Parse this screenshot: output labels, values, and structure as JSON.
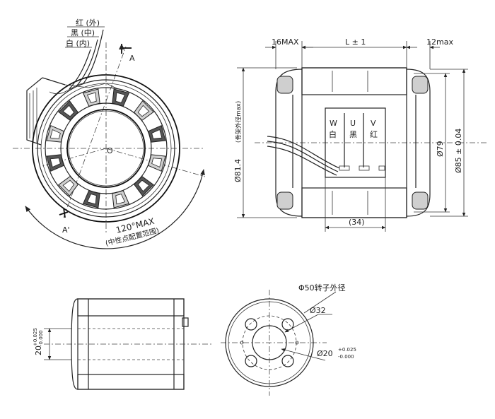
{
  "wire_labels": {
    "red_outer": "红 (外)",
    "black_middle": "黑 (中)",
    "white_inner": "白 (内)"
  },
  "section_marks": {
    "a": "A",
    "a_prime": "A'",
    "center": "O"
  },
  "neutral_arc": {
    "angle": "120°MAX",
    "note": "(中性点配置范围)"
  },
  "side_view": {
    "left_overhang": "16MAX",
    "length": "L ± 1",
    "right_overhang": "12max",
    "frame_dia": "Ø81.4",
    "frame_note": "(骨架外径max)",
    "inner_dia": "Ø79",
    "outer_dia": "Ø85 ± 0.04",
    "terminal_width": "(34)",
    "terminals": [
      {
        "phase": "W",
        "color": "白"
      },
      {
        "phase": "U",
        "color": "黑"
      },
      {
        "phase": "V",
        "color": "红"
      }
    ]
  },
  "rotor_side": {
    "bore": "20",
    "tol_upper": "+0.025",
    "tol_lower": "-0.000"
  },
  "rotor_end": {
    "rotor_od": "Φ50转子外径",
    "pcd": "Ø32",
    "bore": "Ø20",
    "tol_upper": "+0.025",
    "tol_lower": "-0.000"
  }
}
